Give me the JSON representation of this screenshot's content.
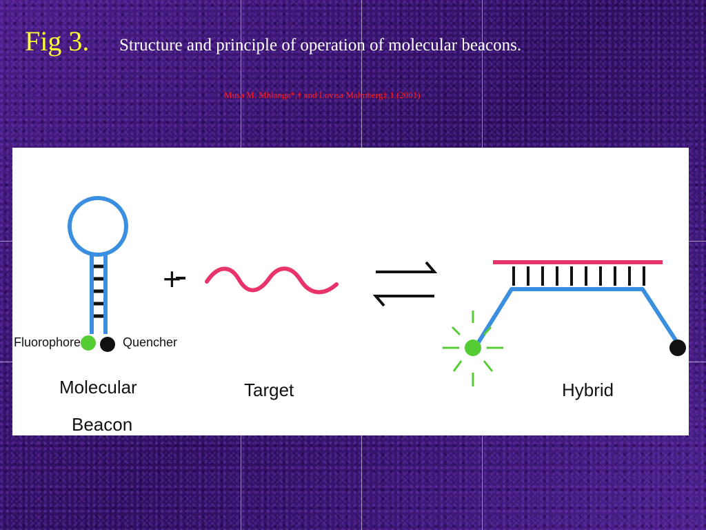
{
  "header": {
    "fig_label": "Fig 3.",
    "caption": "Structure and principle of operation of molecular beacons.",
    "citation": "Musa M. Mhlanga*,† and Lovisa Malmberg‡,1.(2001)"
  },
  "figure": {
    "panel_number": "1",
    "labels": {
      "fluorophore": "Fluorophore",
      "quencher": "Quencher",
      "molecular": "Molecular",
      "beacon": "Beacon",
      "target": "Target",
      "hybrid": "Hybrid",
      "plus": "+"
    },
    "colors": {
      "loop": "#3b8fe0",
      "target_strand": "#e8336b",
      "fluorophore": "#55cc33",
      "quencher": "#111111",
      "background_slide": "#3a1670",
      "fig_label": "#ffff33",
      "citation": "#ff2020"
    }
  }
}
